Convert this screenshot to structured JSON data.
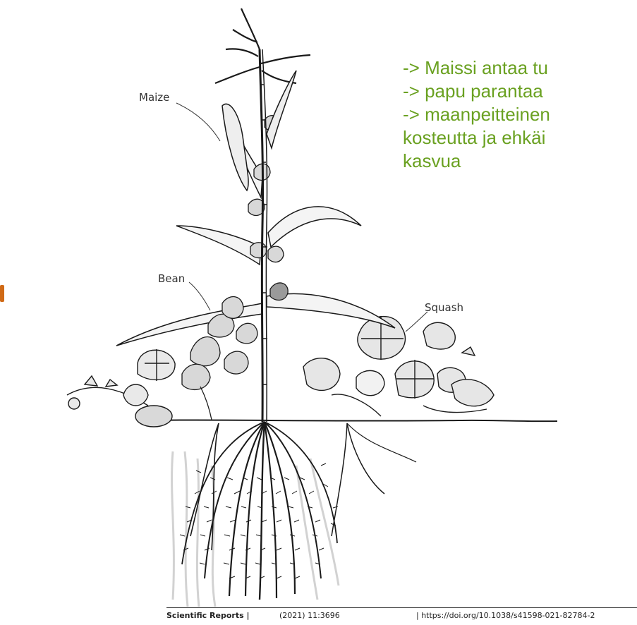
{
  "labels": {
    "maize": "Maize",
    "bean": "Bean",
    "squash": "Squash"
  },
  "text_lines": [
    "-> Maissi antaa tu",
    "-> papu parantaa",
    "-> maanpeitteinen",
    "kosteutta ja ehkäi",
    "kasvua"
  ],
  "footer": {
    "journal": "Scientific Reports |",
    "citation": "(2021) 11:3696",
    "doi": "| https://doi.org/10.1038/s41598-021-82784-2"
  },
  "colors": {
    "text_green": "#6aa121",
    "accent_orange": "#d06a16",
    "ink": "#1a1a1a",
    "label_gray": "#333333"
  }
}
